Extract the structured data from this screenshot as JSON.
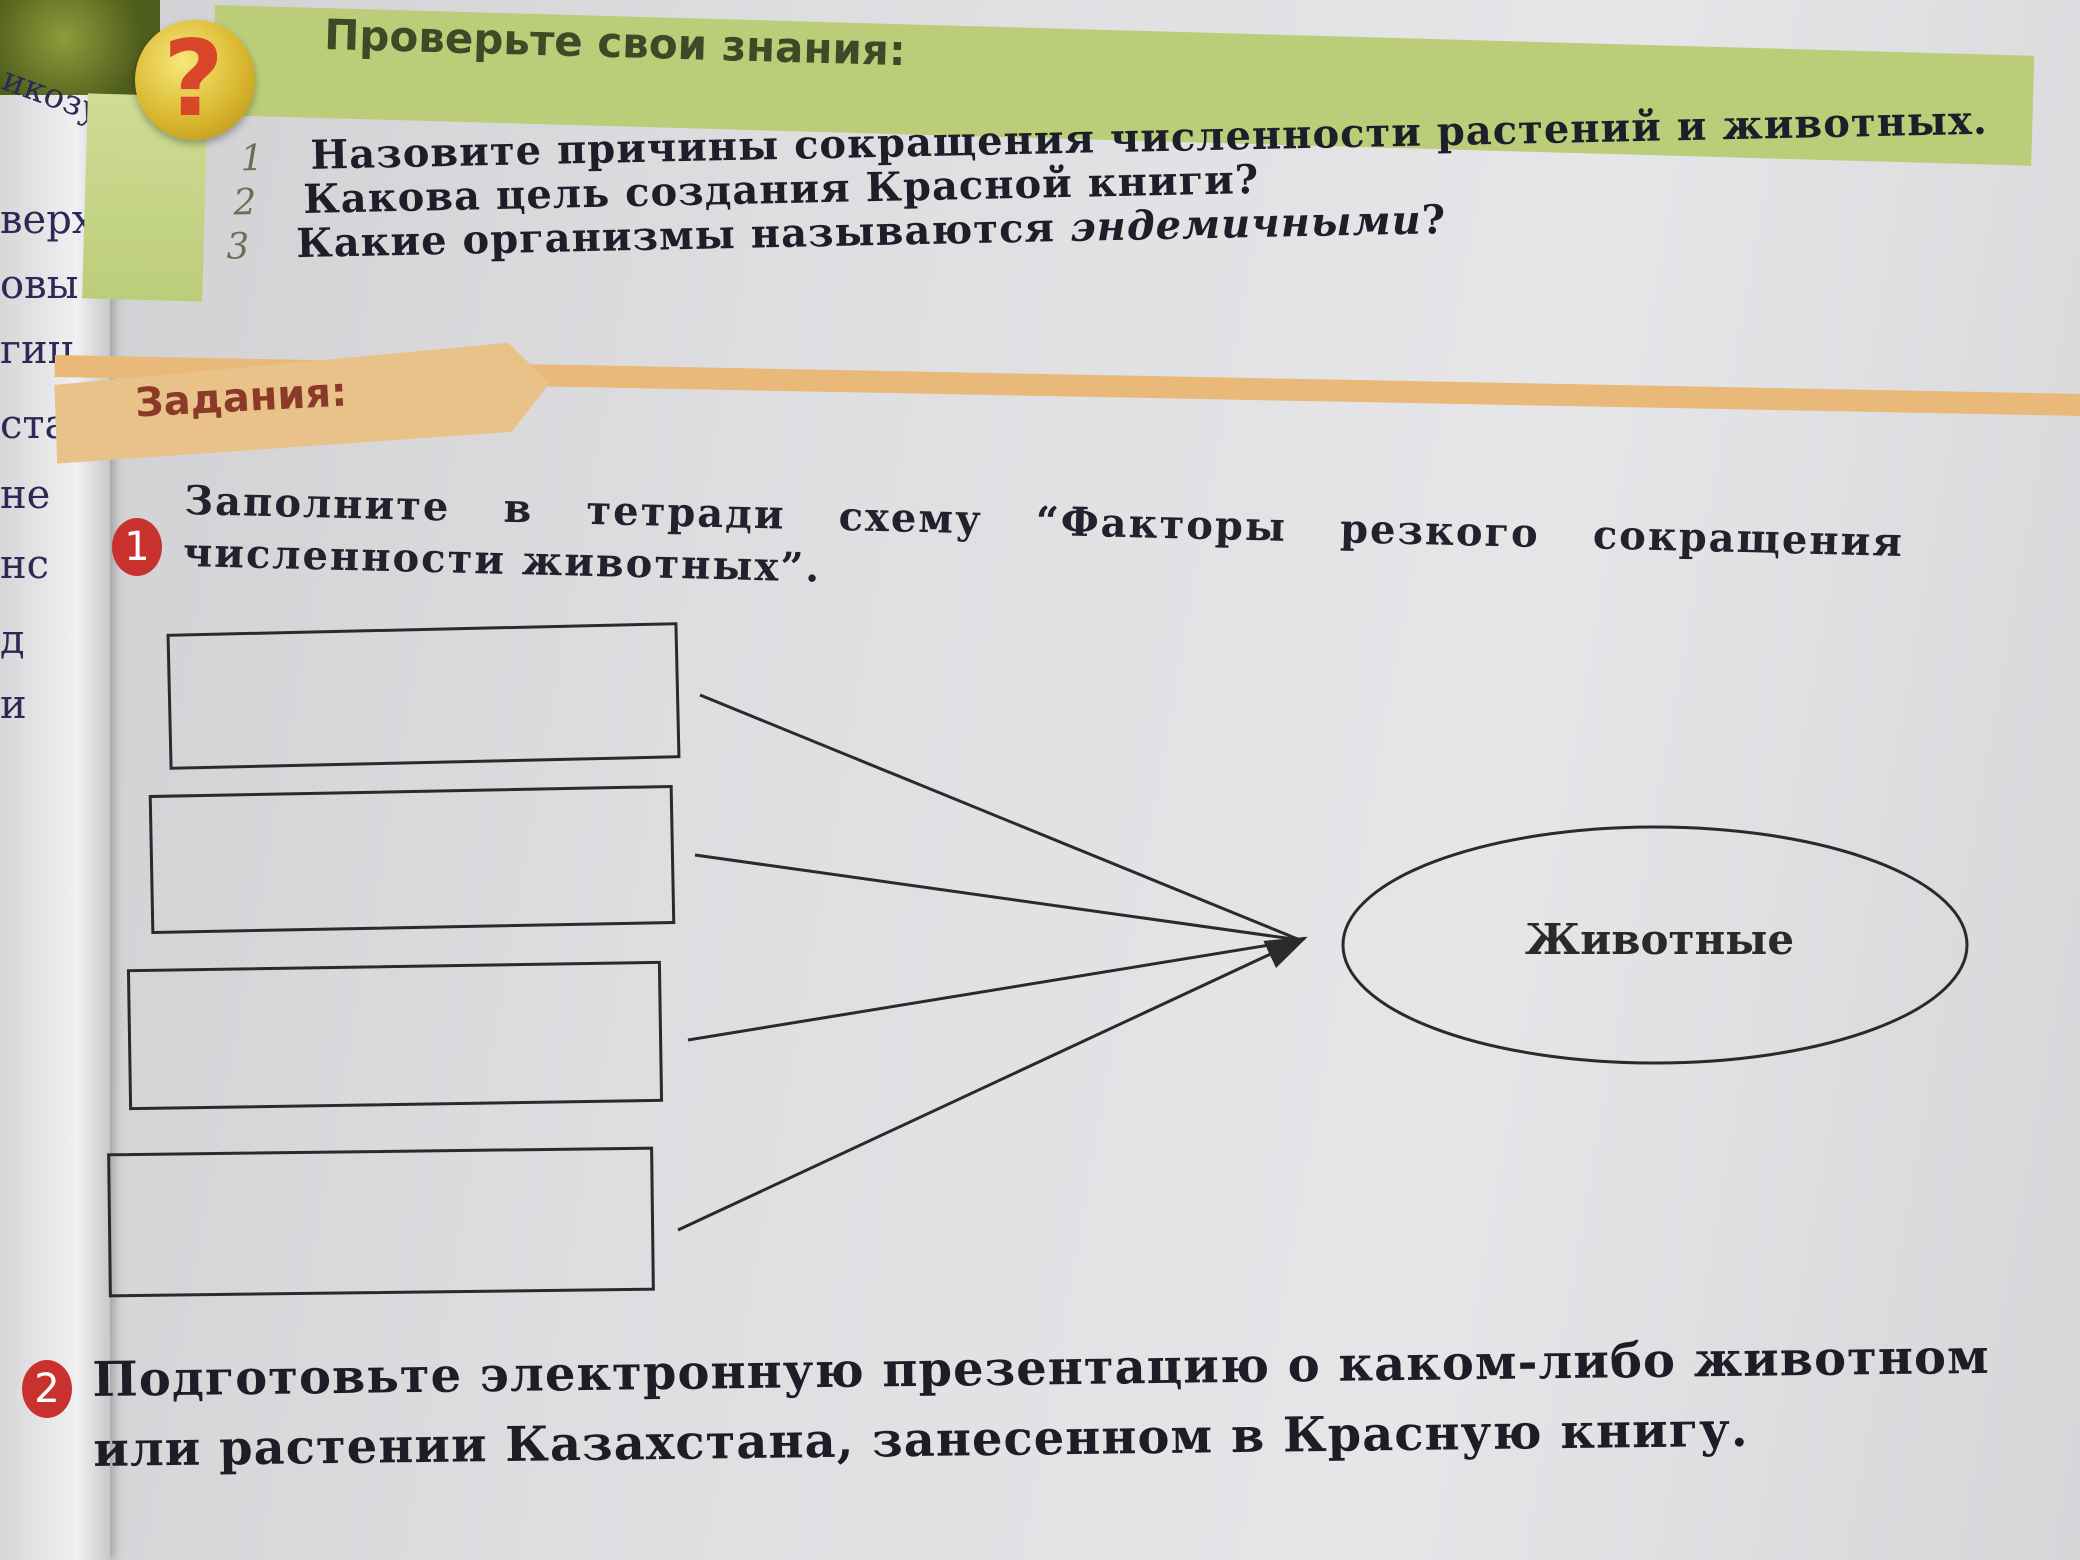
{
  "left_margin_fragments": [
    "икозуб",
    "верх",
    "овы",
    "гиц",
    "ста",
    "не",
    "нс",
    "д",
    "и"
  ],
  "header": {
    "title": "Проверьте свои знания:",
    "questions": [
      {
        "num": "1",
        "text": "Назовите причины сокращения численности растений и животных."
      },
      {
        "num": "2",
        "text": "Какова цель создания Красной книги?"
      },
      {
        "num": "3",
        "text_before": "Какие организмы называются ",
        "emphasis": "эндемичными",
        "text_after": "?"
      }
    ]
  },
  "tasks": {
    "label": "Задания:",
    "task1": {
      "num": "1",
      "text": "Заполните в тетради схему “Факторы резкого сокращения численности животных”."
    },
    "scheme": {
      "target": "Животные",
      "factor_boxes": [
        "",
        "",
        "",
        ""
      ]
    },
    "task2": {
      "num": "2",
      "text": "Подготовьте электронную презентацию о каком-либо животном или растении Казахстана, занесенном в Красную книгу."
    }
  },
  "colors": {
    "header_band": "#bccd7a",
    "tasks_band": "#e8b978",
    "badge": "#c9312e",
    "tasks_label": "#8b3a2a"
  }
}
